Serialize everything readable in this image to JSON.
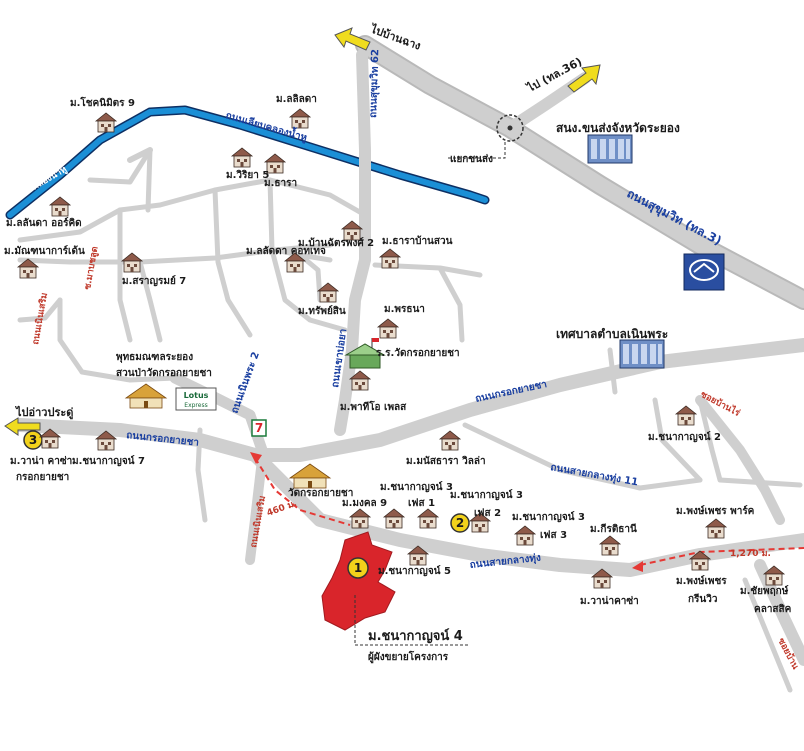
{
  "colors": {
    "road": "#cfcfcf",
    "road_edge": "#b9b9b9",
    "canal": "#1b8fd6",
    "canal_edge": "#0d2f63",
    "project": "#d9252b",
    "arrow": "#f0dc1e",
    "route": "#e53935",
    "badge": "#f2d21b"
  },
  "roads": {
    "sukhumvit": "ถนนสุขุมวิท (ทล.3)",
    "sukhumvit62": "ถนนสุขุมวิท 62",
    "canal_road": "ถนนเลียบคลองน้ำหู",
    "canal": "คลองน้ำหู",
    "kroknyasa": "ถนนกรอกยายชา",
    "kroknyasa_lower": "ถนนกรอกยายชา",
    "noen_phra2": "ถนนเนินพระ 2",
    "sai_klang_thung": "ถนนสายกลางทุ่ง",
    "sai_klang_thung11": "ถนนสายกลางทุ่ง 11",
    "khao_bo_ya": "ถนนเขาบ่อยา",
    "phloeng_left": "ถนนเนินเสริม",
    "small_left": "ซ.มาบชลูด",
    "phlong_pai": "ซอยบ้านไร่",
    "right_bottom": "ซอยบ้าน"
  },
  "directions": {
    "to_ban_chang": "ไปบ้านฉาง",
    "to_road36": "ไป (ทล.36)",
    "to_ao_pradu": "ไปอ่าวประดู่"
  },
  "junction": "แยกชนส่ง",
  "landmarks": {
    "transport_office": "สนง.ขนส่งจังหวัดระยอง",
    "municipality": "เทศบาลตำบลเนินพระ",
    "school": "ร.ร.วัดกรอกยายชา",
    "temple": "วัดกรอกยายชา",
    "park": "พุทธมณฑลระยอง",
    "park2": "สวนป่าวัดกรอกยายชา",
    "lotus": "Lotus",
    "lotus_sub": "Express"
  },
  "villages": {
    "chok_nimit9": "ม.โชคนิมิตร 9",
    "lalda": "ม.ลลิลดา",
    "wiriya": "ม.วิริยา 5",
    "thara": "ม.ธารา",
    "landa_orchid": "ม.ลลันดา ออร์คิด",
    "mantana": "ม.มัณฑนาการ์เด้น",
    "sarunrom7": "ม.สราญรมย์ 7",
    "ban_chatphong": "ม.บ้านฉัตรพงศ์ 2",
    "thara_ban_suan": "ม.ธาราบ้านสวน",
    "lalda_cotton": "ม.ลลัดดา คอทเทจ",
    "sap_sin": "ม.ทรัพย์สิน",
    "porn_thana": "ม.พรธนา",
    "prapatio": "ม.พาทีโอ เพลส",
    "wana_kacha": "ม.วาน่า คาซ่า",
    "wana_kacha2": "กรอกยายชา",
    "chanakarn7": "ม.ชนากาญจน์ 7",
    "chanakarn2": "ม.ชนากาญจน์ 2",
    "manuthara": "ม.มนัสธารา วิลล่า",
    "mongkol9": "ม.มงคล 9",
    "chanakarn3_1": "ม.ชนากาญจน์ 3",
    "chanakarn3_1b": "เฟส 1",
    "chanakarn3_2": "ม.ชนากาญจน์ 3",
    "chanakarn3_2b": "เฟส 2",
    "chanakarn3_3": "ม.ชนากาญจน์ 3",
    "chanakarn3_3b": "เฟส 3",
    "kirithani": "ม.กีรติธานี",
    "chanakarn5": "ม.ชนากาญจน์ 5",
    "wana_kacha_b": "ม.วาน่าคาซ่า",
    "phongphet_park": "ม.พงษ์เพชร พาร์ค",
    "phongphet_green": "ม.พงษ์เพชร",
    "phongphet_green2": "กรีนวิว",
    "chaiyapruek": "ม.ชัยพฤกษ์",
    "chaiyapruek2": "คลาสสิค"
  },
  "project": {
    "title": "ม.ชนากาญจน์ 4",
    "subtitle": "ผู้ผังขยายโครงการ",
    "badge": "1"
  },
  "badges": {
    "two": "2",
    "three": "3"
  },
  "distances": {
    "d460": "460 ม.",
    "d1270": "1,270 ม."
  },
  "seven_eleven": "7"
}
